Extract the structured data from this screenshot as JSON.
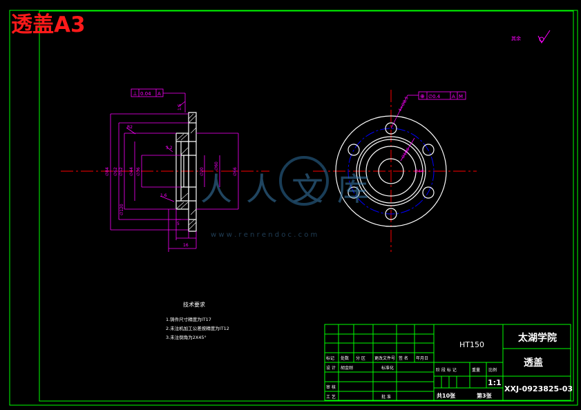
{
  "header": {
    "title": "透盖A3"
  },
  "surface_mark": {
    "label": "其余"
  },
  "technical_requirements": {
    "title": "技术要求",
    "items": [
      "1.铸件尺寸精度为IT17",
      "2.未注机加工公差按精度为IT12",
      "3.未注倒角为2X45°"
    ]
  },
  "tolerance_frames": [
    {
      "symbol": "⊥",
      "value": "0.04",
      "datum": "A"
    },
    {
      "symbol": "⊕",
      "value": "∅0.4",
      "datum": "A",
      "modifier": "M"
    }
  ],
  "dimensions": {
    "section": [
      "∅84",
      "∅62",
      "∅52",
      "∅44",
      "∅36",
      "∅20",
      "∅120",
      "∅60",
      "∅66",
      "1.5",
      "5",
      "16",
      "R2",
      "3.2",
      "1.6"
    ],
    "front": [
      "4×∅8.5",
      "∅100",
      "∅44"
    ]
  },
  "watermark": {
    "main": "人人文库",
    "url": "w w w . r e n r e n d o c . c o m"
  },
  "title_block": {
    "material": "HT150",
    "school": "太湖学院",
    "part_name": "透盖",
    "drawing_number": "XXJ-0923825-03",
    "scale": "1:1",
    "sheet_total": "共10张",
    "sheet_no": "第3张",
    "headers_row": [
      "标记",
      "处数",
      "分 区",
      "更改文件号",
      "签 名",
      "年月日"
    ],
    "design_row": [
      "设 计",
      "胡金刚",
      "",
      "标准化"
    ],
    "stage_headers": [
      "阶 段 标 记",
      "重量",
      "比例"
    ],
    "review": "审 核",
    "process": "工 艺",
    "approve": "批 准"
  },
  "colors": {
    "border": "#00ff00",
    "outline": "#ffffff",
    "centerline": "#ff0000",
    "dimension": "#ff00ff",
    "hidden": "#0000ff",
    "title": "#ff1a1a"
  }
}
